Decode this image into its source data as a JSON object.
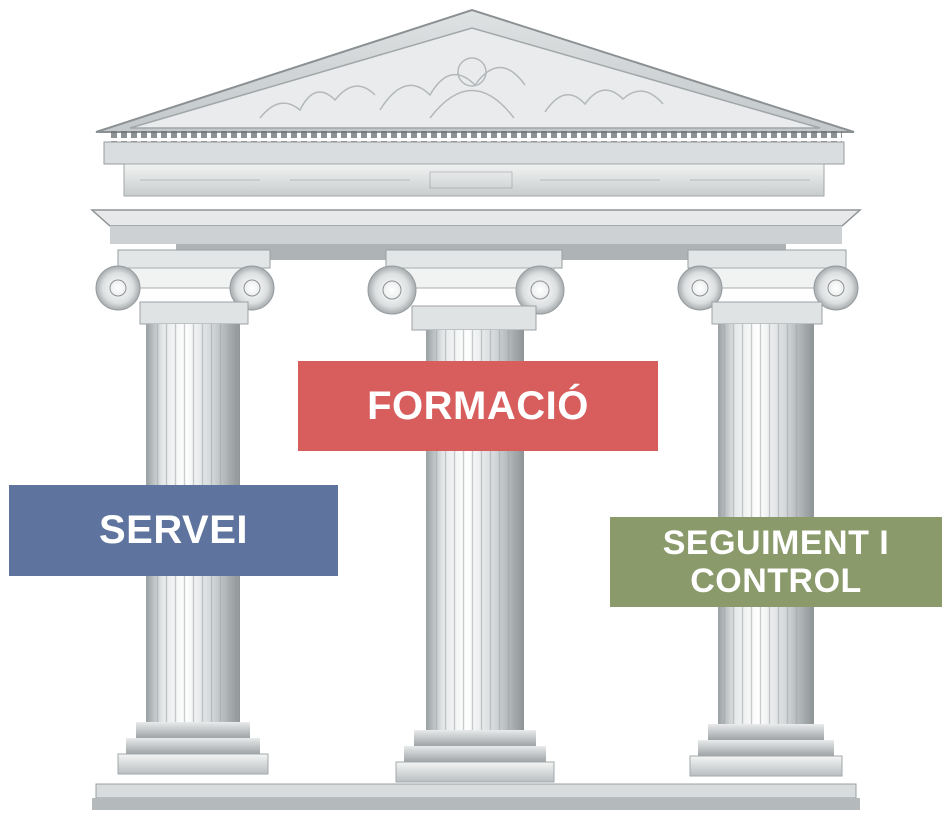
{
  "pillars": {
    "formacio": {
      "label": "FORMACIÓ",
      "color": "#d85e5e"
    },
    "servei": {
      "label": "SERVEI",
      "color": "#5e739e"
    },
    "seguiment": {
      "label_line1": "SEGUIMENT I",
      "label_line2": "CONTROL",
      "color": "#8a9a6a"
    }
  }
}
